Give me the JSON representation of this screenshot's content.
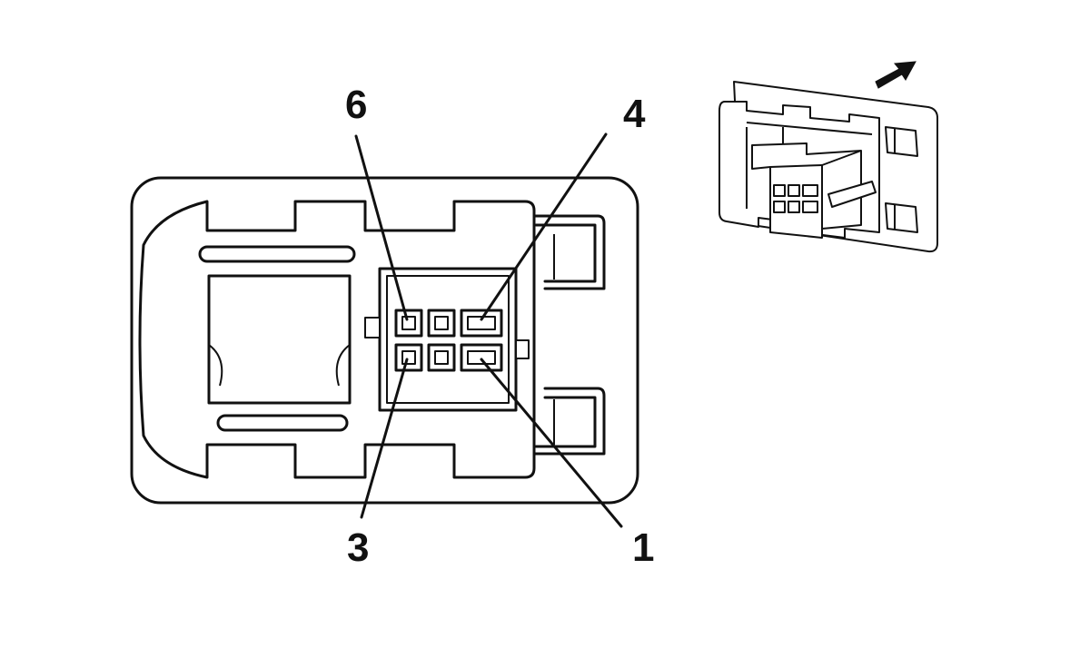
{
  "diagram": {
    "pin_labels": {
      "pin_6": "6",
      "pin_4": "4",
      "pin_3": "3",
      "pin_1": "1"
    },
    "colors": {
      "line": "#111111",
      "background": "#ffffff"
    },
    "icons": [
      "arrow-up-right-icon"
    ]
  }
}
